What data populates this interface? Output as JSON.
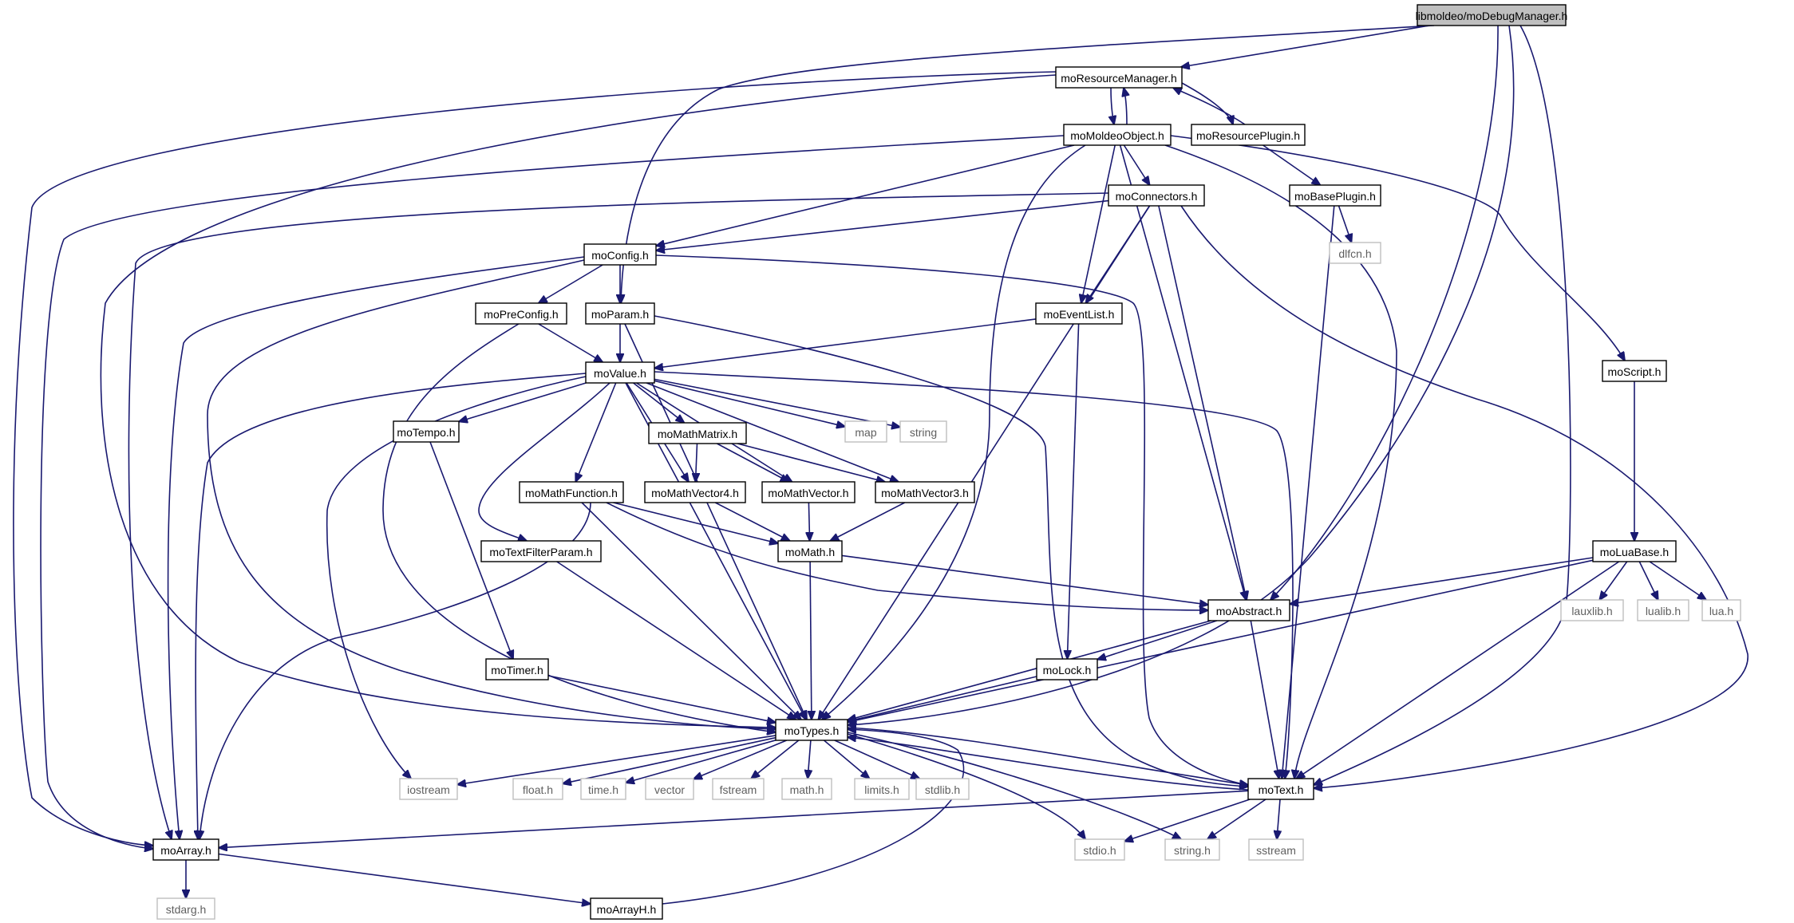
{
  "diagram": {
    "colors": {
      "edge": "#191970",
      "local_header_border": "#000000",
      "local_header_fill": "#ffffff",
      "root_fill": "#bfbfbf",
      "system_header_border": "#bfbfbf",
      "system_header_text": "#5f5f5f"
    },
    "nodes": [
      {
        "id": "root",
        "label": "libmoldeo/moDebugManager.h",
        "kind": "root"
      },
      {
        "id": "resmgr",
        "label": "moResourceManager.h",
        "kind": "local"
      },
      {
        "id": "moldeoobj",
        "label": "moMoldeoObject.h",
        "kind": "local"
      },
      {
        "id": "resplugin",
        "label": "moResourcePlugin.h",
        "kind": "local"
      },
      {
        "id": "connectors",
        "label": "moConnectors.h",
        "kind": "local"
      },
      {
        "id": "baseplugin",
        "label": "moBasePlugin.h",
        "kind": "local"
      },
      {
        "id": "dlfcn",
        "label": "dlfcn.h",
        "kind": "system"
      },
      {
        "id": "config",
        "label": "moConfig.h",
        "kind": "local"
      },
      {
        "id": "preconfig",
        "label": "moPreConfig.h",
        "kind": "local"
      },
      {
        "id": "param",
        "label": "moParam.h",
        "kind": "local"
      },
      {
        "id": "eventlist",
        "label": "moEventList.h",
        "kind": "local"
      },
      {
        "id": "script",
        "label": "moScript.h",
        "kind": "local"
      },
      {
        "id": "value",
        "label": "moValue.h",
        "kind": "local"
      },
      {
        "id": "tempo",
        "label": "moTempo.h",
        "kind": "local"
      },
      {
        "id": "mathmatrix",
        "label": "moMathMatrix.h",
        "kind": "local"
      },
      {
        "id": "map",
        "label": "map",
        "kind": "system"
      },
      {
        "id": "string",
        "label": "string",
        "kind": "system"
      },
      {
        "id": "mathfunction",
        "label": "moMathFunction.h",
        "kind": "local"
      },
      {
        "id": "mathvector4",
        "label": "moMathVector4.h",
        "kind": "local"
      },
      {
        "id": "mathvector",
        "label": "moMathVector.h",
        "kind": "local"
      },
      {
        "id": "mathvector3",
        "label": "moMathVector3.h",
        "kind": "local"
      },
      {
        "id": "textfilter",
        "label": "moTextFilterParam.h",
        "kind": "local"
      },
      {
        "id": "math",
        "label": "moMath.h",
        "kind": "local"
      },
      {
        "id": "luabase",
        "label": "moLuaBase.h",
        "kind": "local"
      },
      {
        "id": "abstract",
        "label": "moAbstract.h",
        "kind": "local"
      },
      {
        "id": "lauxlib",
        "label": "lauxlib.h",
        "kind": "system"
      },
      {
        "id": "lualib",
        "label": "lualib.h",
        "kind": "system"
      },
      {
        "id": "lua",
        "label": "lua.h",
        "kind": "system"
      },
      {
        "id": "timer",
        "label": "moTimer.h",
        "kind": "local"
      },
      {
        "id": "lock",
        "label": "moLock.h",
        "kind": "local"
      },
      {
        "id": "types",
        "label": "moTypes.h",
        "kind": "local"
      },
      {
        "id": "iostream",
        "label": "iostream",
        "kind": "system"
      },
      {
        "id": "float",
        "label": "float.h",
        "kind": "system"
      },
      {
        "id": "time",
        "label": "time.h",
        "kind": "system"
      },
      {
        "id": "vector",
        "label": "vector",
        "kind": "system"
      },
      {
        "id": "fstream",
        "label": "fstream",
        "kind": "system"
      },
      {
        "id": "mathh",
        "label": "math.h",
        "kind": "system"
      },
      {
        "id": "limits",
        "label": "limits.h",
        "kind": "system"
      },
      {
        "id": "stdlib",
        "label": "stdlib.h",
        "kind": "system"
      },
      {
        "id": "text",
        "label": "moText.h",
        "kind": "local"
      },
      {
        "id": "array",
        "label": "moArray.h",
        "kind": "local"
      },
      {
        "id": "stdio",
        "label": "stdio.h",
        "kind": "system"
      },
      {
        "id": "stringh",
        "label": "string.h",
        "kind": "system"
      },
      {
        "id": "sstream",
        "label": "sstream",
        "kind": "system"
      },
      {
        "id": "stdarg",
        "label": "stdarg.h",
        "kind": "system"
      },
      {
        "id": "arrayh",
        "label": "moArrayH.h",
        "kind": "local"
      }
    ],
    "edges": [
      [
        "root",
        "resmgr"
      ],
      [
        "root",
        "param"
      ],
      [
        "root",
        "abstract"
      ],
      [
        "root",
        "types"
      ],
      [
        "root",
        "text"
      ],
      [
        "resmgr",
        "moldeoobj"
      ],
      [
        "resmgr",
        "resplugin"
      ],
      [
        "resmgr",
        "types"
      ],
      [
        "resmgr",
        "array"
      ],
      [
        "moldeoobj",
        "resmgr"
      ],
      [
        "moldeoobj",
        "connectors"
      ],
      [
        "moldeoobj",
        "config"
      ],
      [
        "moldeoobj",
        "eventlist"
      ],
      [
        "moldeoobj",
        "abstract"
      ],
      [
        "moldeoobj",
        "script"
      ],
      [
        "moldeoobj",
        "types"
      ],
      [
        "moldeoobj",
        "text"
      ],
      [
        "moldeoobj",
        "array"
      ],
      [
        "resplugin",
        "resmgr"
      ],
      [
        "resplugin",
        "baseplugin"
      ],
      [
        "baseplugin",
        "dlfcn"
      ],
      [
        "baseplugin",
        "text"
      ],
      [
        "connectors",
        "config"
      ],
      [
        "connectors",
        "eventlist"
      ],
      [
        "connectors",
        "abstract"
      ],
      [
        "connectors",
        "types"
      ],
      [
        "connectors",
        "text"
      ],
      [
        "connectors",
        "array"
      ],
      [
        "config",
        "preconfig"
      ],
      [
        "config",
        "param"
      ],
      [
        "config",
        "types"
      ],
      [
        "config",
        "text"
      ],
      [
        "config",
        "array"
      ],
      [
        "preconfig",
        "value"
      ],
      [
        "preconfig",
        "types"
      ],
      [
        "param",
        "value"
      ],
      [
        "param",
        "types"
      ],
      [
        "param",
        "text"
      ],
      [
        "eventlist",
        "value"
      ],
      [
        "eventlist",
        "lock"
      ],
      [
        "script",
        "luabase"
      ],
      [
        "value",
        "tempo"
      ],
      [
        "value",
        "mathfunction"
      ],
      [
        "value",
        "mathmatrix"
      ],
      [
        "value",
        "mathvector4"
      ],
      [
        "value",
        "mathvector"
      ],
      [
        "value",
        "mathvector3"
      ],
      [
        "value",
        "textfilter"
      ],
      [
        "value",
        "map"
      ],
      [
        "value",
        "string"
      ],
      [
        "value",
        "iostream"
      ],
      [
        "value",
        "types"
      ],
      [
        "value",
        "text"
      ],
      [
        "value",
        "array"
      ],
      [
        "tempo",
        "timer"
      ],
      [
        "mathmatrix",
        "mathvector4"
      ],
      [
        "mathmatrix",
        "mathvector"
      ],
      [
        "mathmatrix",
        "mathvector3"
      ],
      [
        "mathfunction",
        "math"
      ],
      [
        "mathfunction",
        "abstract"
      ],
      [
        "mathfunction",
        "types"
      ],
      [
        "mathfunction",
        "array"
      ],
      [
        "mathvector4",
        "math"
      ],
      [
        "mathvector",
        "math"
      ],
      [
        "mathvector3",
        "math"
      ],
      [
        "textfilter",
        "types"
      ],
      [
        "math",
        "abstract"
      ],
      [
        "math",
        "types"
      ],
      [
        "luabase",
        "abstract"
      ],
      [
        "luabase",
        "lauxlib"
      ],
      [
        "luabase",
        "lualib"
      ],
      [
        "luabase",
        "lua"
      ],
      [
        "luabase",
        "types"
      ],
      [
        "luabase",
        "text"
      ],
      [
        "abstract",
        "lock"
      ],
      [
        "abstract",
        "types"
      ],
      [
        "abstract",
        "text"
      ],
      [
        "timer",
        "types"
      ],
      [
        "lock",
        "types"
      ],
      [
        "types",
        "iostream"
      ],
      [
        "types",
        "float"
      ],
      [
        "types",
        "time"
      ],
      [
        "types",
        "vector"
      ],
      [
        "types",
        "fstream"
      ],
      [
        "types",
        "mathh"
      ],
      [
        "types",
        "limits"
      ],
      [
        "types",
        "stdlib"
      ],
      [
        "types",
        "stdio"
      ],
      [
        "types",
        "stringh"
      ],
      [
        "types",
        "text"
      ],
      [
        "text",
        "types"
      ],
      [
        "text",
        "array"
      ],
      [
        "text",
        "stdio"
      ],
      [
        "text",
        "stringh"
      ],
      [
        "text",
        "sstream"
      ],
      [
        "array",
        "stdarg"
      ],
      [
        "array",
        "arrayh"
      ],
      [
        "arrayh",
        "types"
      ]
    ]
  }
}
